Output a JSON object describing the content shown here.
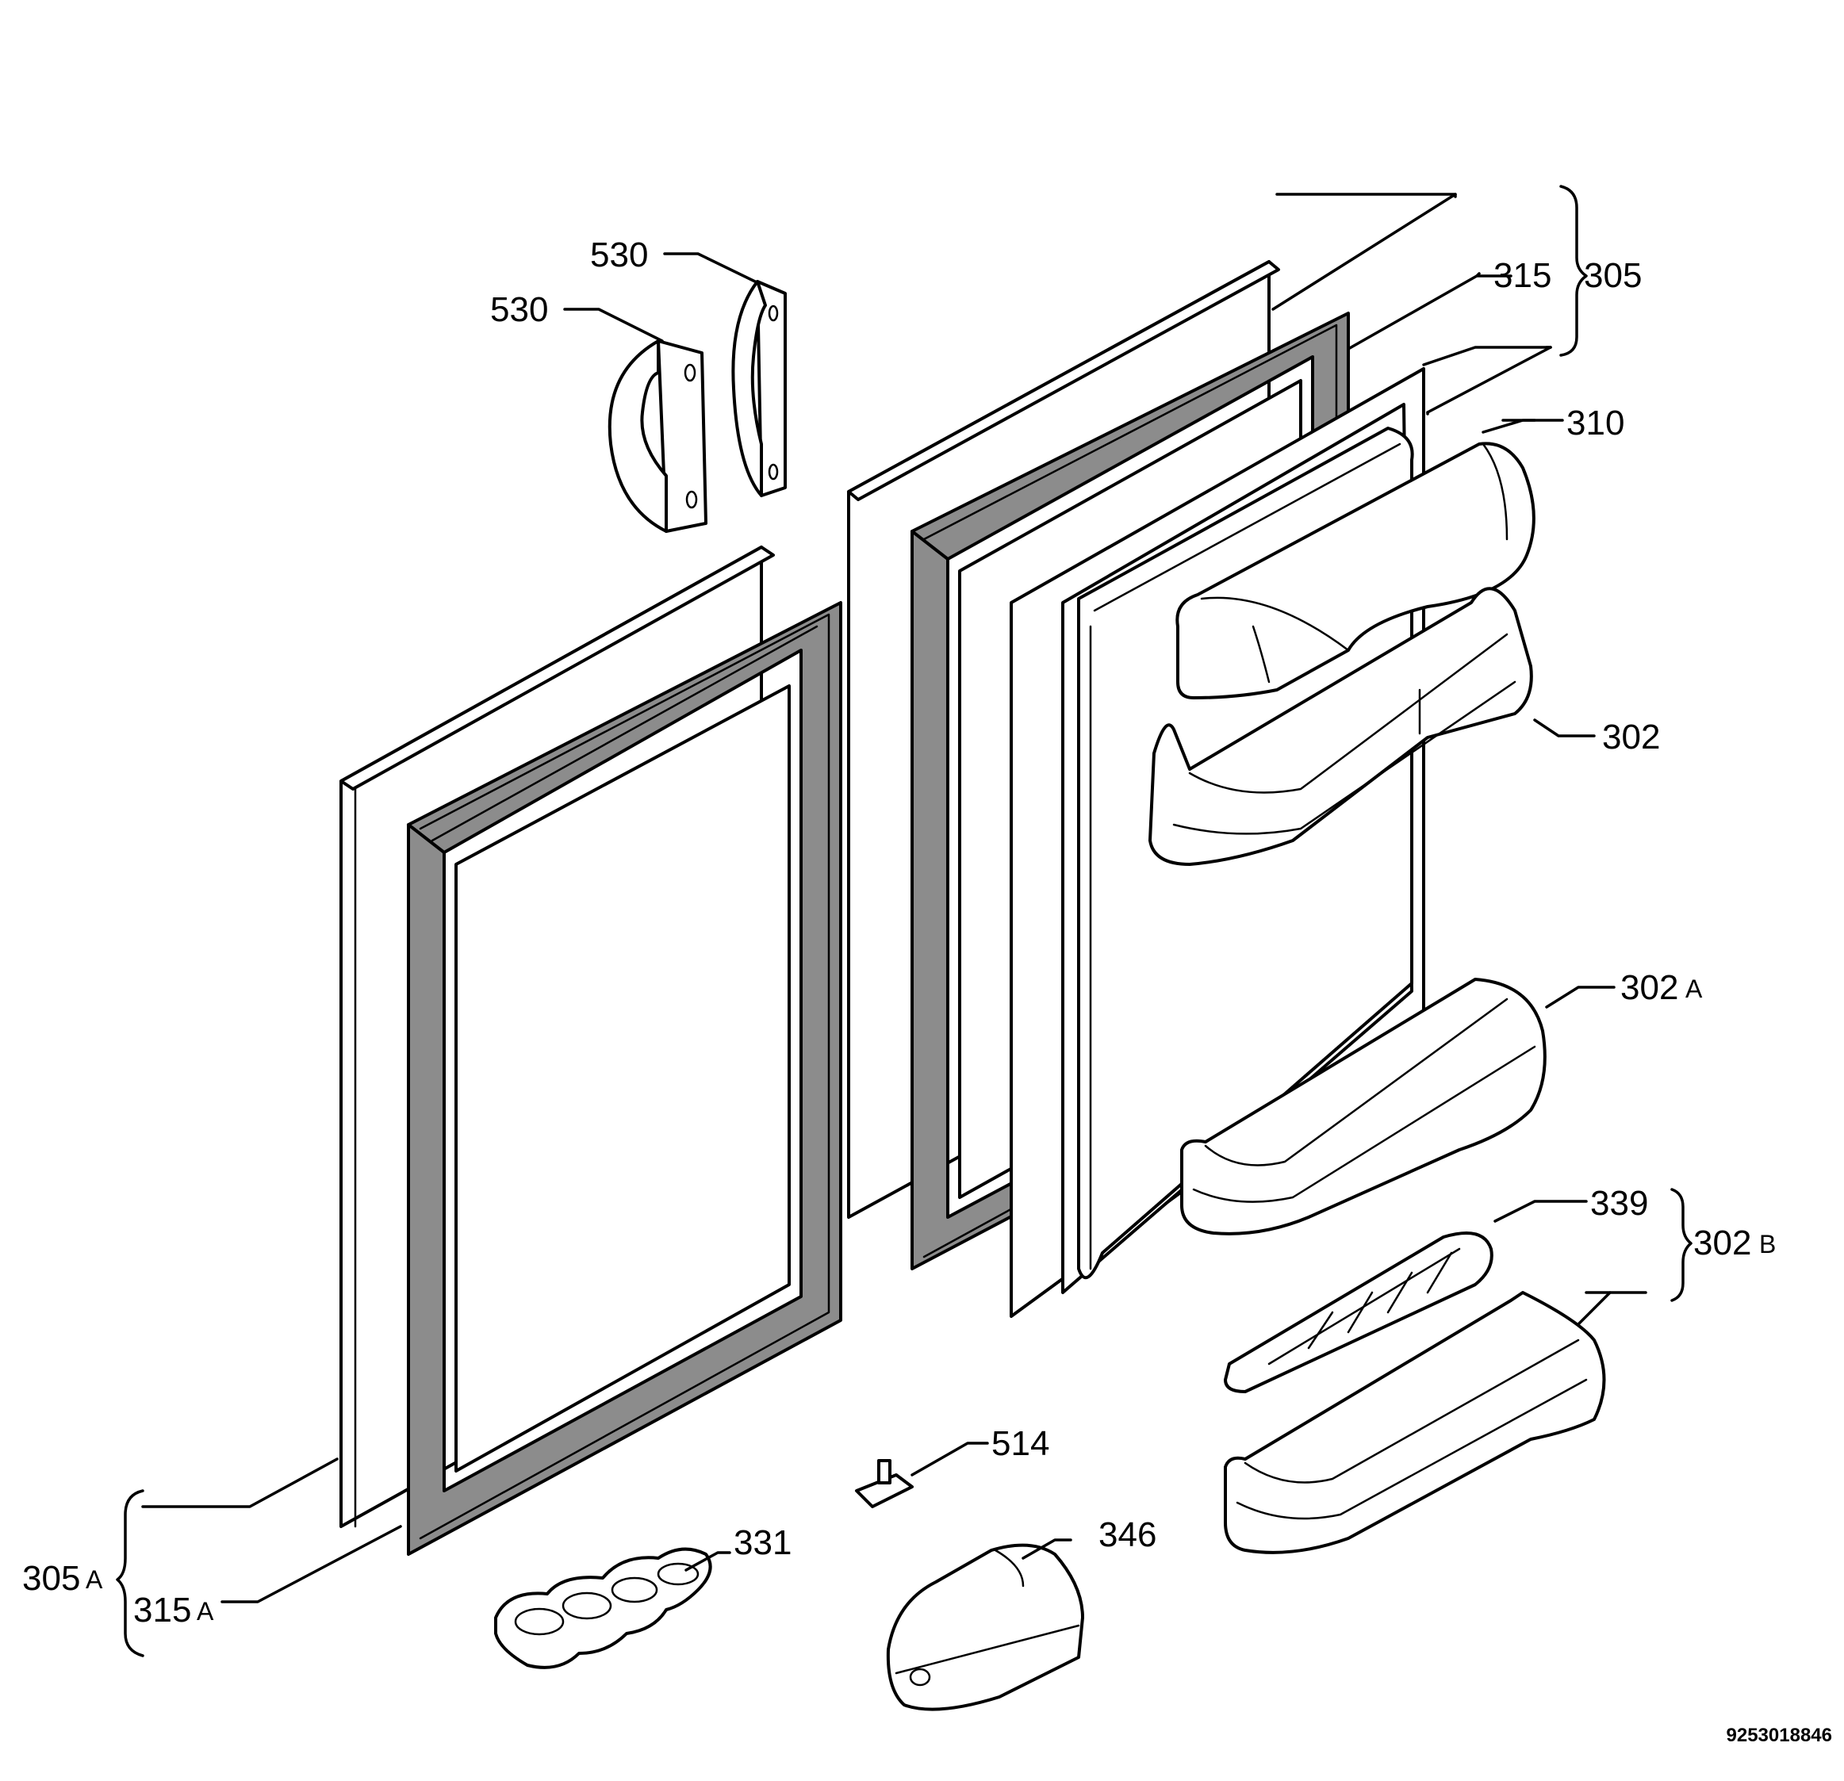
{
  "diagram": {
    "labels": {
      "handle_530_top": "530",
      "handle_530_left": "530",
      "seal_315": "315",
      "group_305": "305",
      "shelf_310": "310",
      "shelf_302": "302",
      "shelf_302a_num": "302",
      "shelf_302a_sfx": "A",
      "flap_339": "339",
      "group_302b_num": "302",
      "group_302b_sfx": "B",
      "hinge_514": "514",
      "egg_tray_331": "331",
      "butter_dish_346": "346",
      "group_305a_num": "305",
      "group_305a_sfx": "A",
      "seal_315a_num": "315",
      "seal_315a_sfx": "A"
    },
    "document_code": "9253018846"
  }
}
